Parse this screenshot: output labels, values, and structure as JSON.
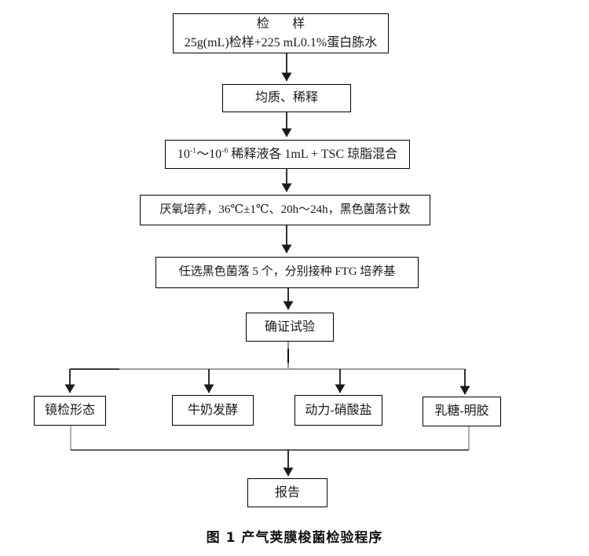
{
  "flowchart": {
    "sample_box": {
      "title": "检 样",
      "subtitle": "25g(mL)检样+225 mL0.1%蛋白胨水"
    },
    "homogenize_box": {
      "label": "均质、稀释"
    },
    "dilution_box": {
      "base1": "10",
      "exp1": "-1",
      "tilde": "～",
      "base2": "10",
      "exp2": "-6",
      "rest": " 稀释液各 1mL + TSC 琼脂混合"
    },
    "anaerobic_box": {
      "label": "厌氧培养，36℃±1℃、20h～24h，黑色菌落计数"
    },
    "colony_box": {
      "label": "任选黑色菌落 5 个，分别接种 FTG 培养基"
    },
    "confirm_box": {
      "label": "确证试验"
    },
    "tests": [
      {
        "label": "镜检形态"
      },
      {
        "label": "牛奶发酵"
      },
      {
        "label": "动力-硝酸盐"
      },
      {
        "label": "乳糖-明胶"
      }
    ],
    "report_box": {
      "label": "报告"
    }
  },
  "caption": "图 1 产气荚膜梭菌检验程序",
  "colors": {
    "line_black": "#1a1a1a",
    "line_gray": "#9c9c9c",
    "border": "#000000"
  }
}
